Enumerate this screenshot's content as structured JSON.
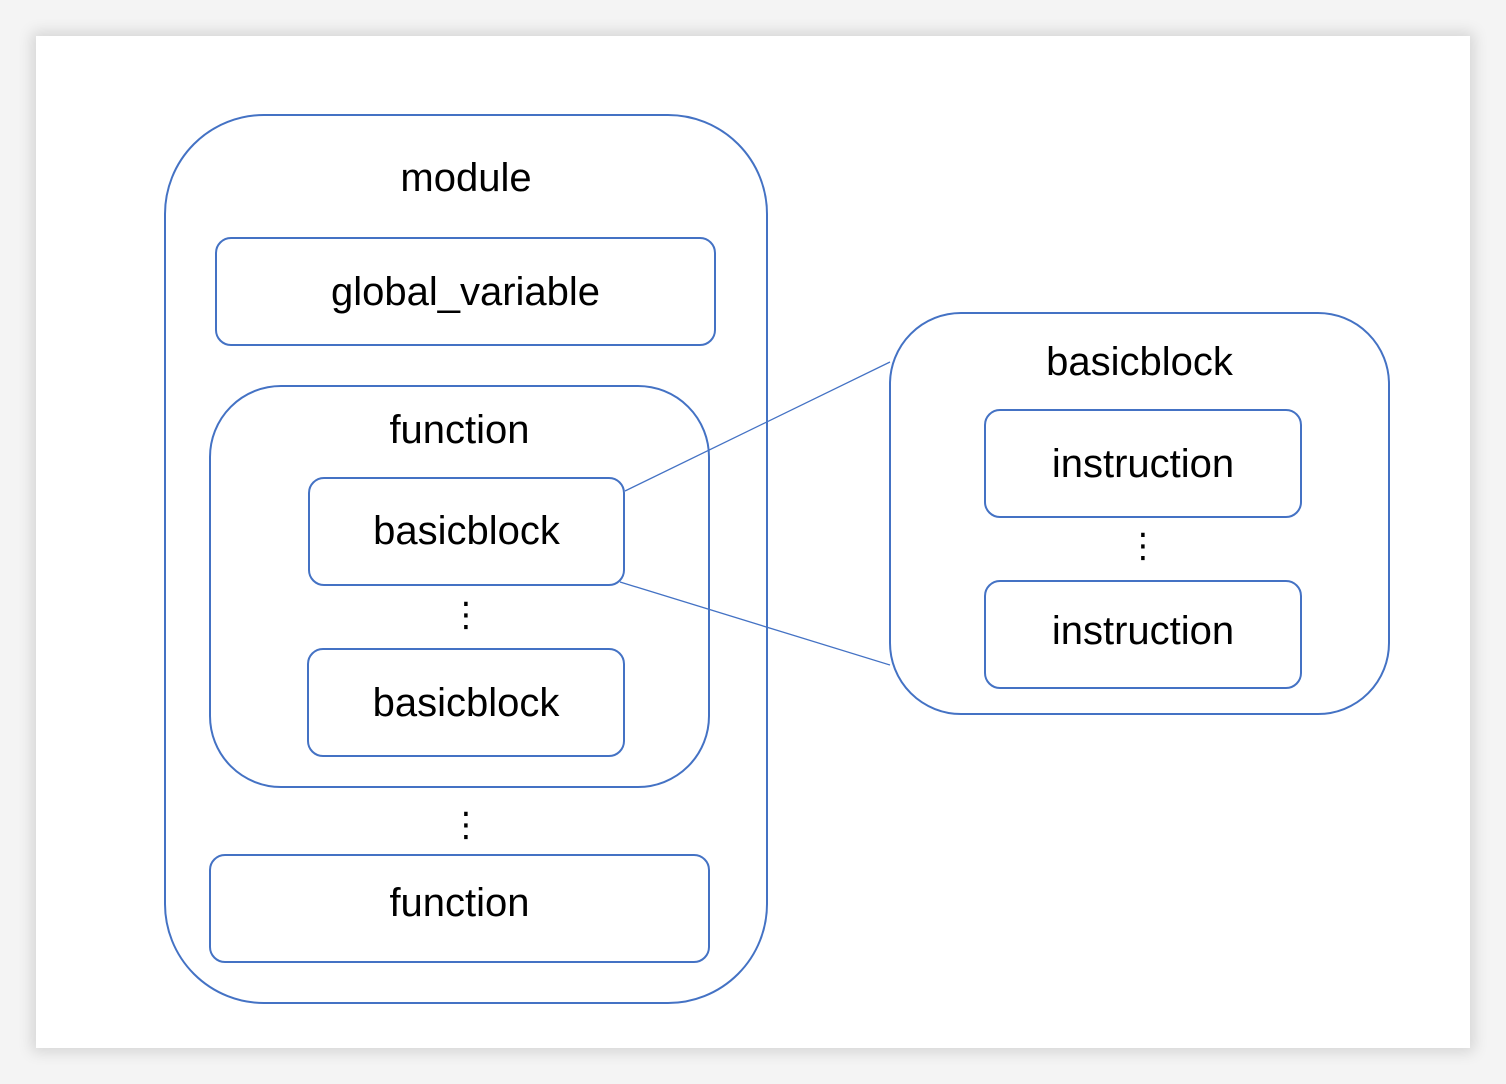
{
  "module": {
    "title": "module",
    "global_variable": "global_variable",
    "function_expanded": {
      "title": "function",
      "basicblock_1": "basicblock",
      "ellipsis": "⋮",
      "basicblock_2": "basicblock"
    },
    "ellipsis": "⋮",
    "function_collapsed": "function"
  },
  "basicblock_detail": {
    "title": "basicblock",
    "instruction_1": "instruction",
    "ellipsis": "⋮",
    "instruction_2": "instruction"
  },
  "colors": {
    "border": "#4472c4",
    "text": "#000000",
    "background": "#ffffff"
  }
}
